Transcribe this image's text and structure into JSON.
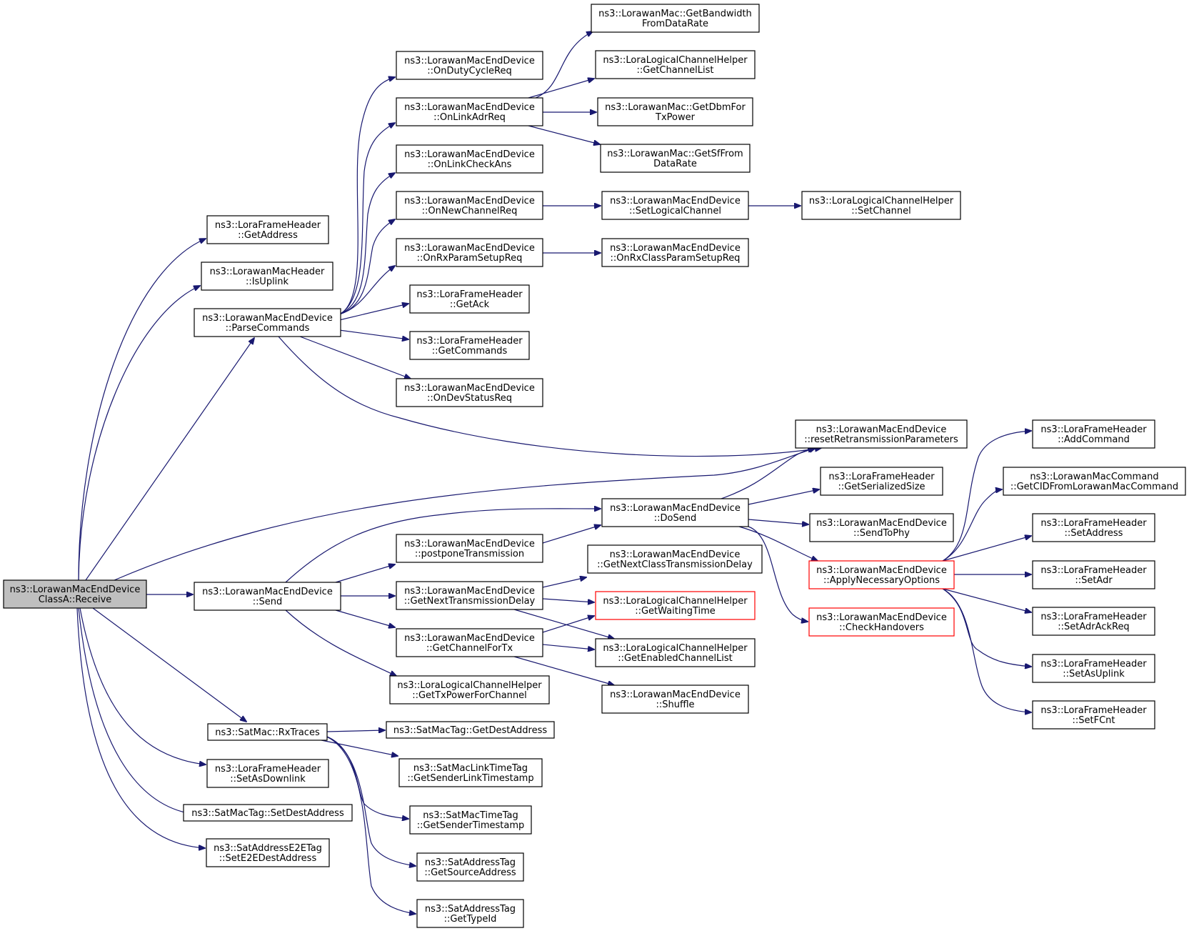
{
  "graph": {
    "nodes": [
      {
        "id": "root",
        "lines": [
          "ns3::LorawanMacEndDevice",
          "ClassA::Receive"
        ],
        "highlight": true
      },
      {
        "id": "getaddress",
        "lines": [
          "ns3::LoraFrameHeader",
          "::GetAddress"
        ]
      },
      {
        "id": "isuplink",
        "lines": [
          "ns3::LorawanMacHeader",
          "::IsUplink"
        ]
      },
      {
        "id": "parse",
        "lines": [
          "ns3::LorawanMacEndDevice",
          "::ParseCommands"
        ]
      },
      {
        "id": "send",
        "lines": [
          "ns3::LorawanMacEndDevice",
          "::Send"
        ]
      },
      {
        "id": "rxtraces",
        "lines": [
          "ns3::SatMac::RxTraces"
        ]
      },
      {
        "id": "setasdownlink",
        "lines": [
          "ns3::LoraFrameHeader",
          "::SetAsDownlink"
        ]
      },
      {
        "id": "setdestaddr",
        "lines": [
          "ns3::SatMacTag::SetDestAddress"
        ]
      },
      {
        "id": "sete2e",
        "lines": [
          "ns3::SatAddressE2ETag",
          "::SetE2EDestAddress"
        ]
      },
      {
        "id": "ondutycycle",
        "lines": [
          "ns3::LorawanMacEndDevice",
          "::OnDutyCycleReq"
        ]
      },
      {
        "id": "onlinkadr",
        "lines": [
          "ns3::LorawanMacEndDevice",
          "::OnLinkAdrReq"
        ]
      },
      {
        "id": "onlinkcheck",
        "lines": [
          "ns3::LorawanMacEndDevice",
          "::OnLinkCheckAns"
        ]
      },
      {
        "id": "onnewchannel",
        "lines": [
          "ns3::LorawanMacEndDevice",
          "::OnNewChannelReq"
        ]
      },
      {
        "id": "onrxparam",
        "lines": [
          "ns3::LorawanMacEndDevice",
          "::OnRxParamSetupReq"
        ]
      },
      {
        "id": "getack",
        "lines": [
          "ns3::LoraFrameHeader",
          "::GetAck"
        ]
      },
      {
        "id": "getcommands",
        "lines": [
          "ns3::LoraFrameHeader",
          "::GetCommands"
        ]
      },
      {
        "id": "ondevstatus",
        "lines": [
          "ns3::LorawanMacEndDevice",
          "::OnDevStatusReq"
        ]
      },
      {
        "id": "getbandwidth",
        "lines": [
          "ns3::LorawanMac::GetBandwidth",
          "FromDataRate"
        ]
      },
      {
        "id": "getchannellist",
        "lines": [
          "ns3::LoraLogicalChannelHelper",
          "::GetChannelList"
        ]
      },
      {
        "id": "getdbm",
        "lines": [
          "ns3::LorawanMac::GetDbmFor",
          "TxPower"
        ]
      },
      {
        "id": "getsf",
        "lines": [
          "ns3::LorawanMac::GetSfFrom",
          "DataRate"
        ]
      },
      {
        "id": "setlogical",
        "lines": [
          "ns3::LorawanMacEndDevice",
          "::SetLogicalChannel"
        ]
      },
      {
        "id": "setchannel",
        "lines": [
          "ns3::LoraLogicalChannelHelper",
          "::SetChannel"
        ]
      },
      {
        "id": "onrxclass",
        "lines": [
          "ns3::LorawanMacEndDevice",
          "::OnRxClassParamSetupReq"
        ]
      },
      {
        "id": "reset",
        "lines": [
          "ns3::LorawanMacEndDevice",
          "::resetRetransmissionParameters"
        ]
      },
      {
        "id": "dosend",
        "lines": [
          "ns3::LorawanMacEndDevice",
          "::DoSend"
        ]
      },
      {
        "id": "postpone",
        "lines": [
          "ns3::LorawanMacEndDevice",
          "::postponeTransmission"
        ]
      },
      {
        "id": "getnexttx",
        "lines": [
          "ns3::LorawanMacEndDevice",
          "::GetNextTransmissionDelay"
        ]
      },
      {
        "id": "getchanfortx",
        "lines": [
          "ns3::LorawanMacEndDevice",
          "::GetChannelForTx"
        ]
      },
      {
        "id": "gettxpower",
        "lines": [
          "ns3::LoraLogicalChannelHelper",
          "::GetTxPowerForChannel"
        ]
      },
      {
        "id": "getnextclass",
        "lines": [
          "ns3::LorawanMacEndDevice",
          "::GetNextClassTransmissionDelay"
        ]
      },
      {
        "id": "getwaiting",
        "lines": [
          "ns3::LoraLogicalChannelHelper",
          "::GetWaitingTime"
        ],
        "red": true
      },
      {
        "id": "getenabled",
        "lines": [
          "ns3::LoraLogicalChannelHelper",
          "::GetEnabledChannelList"
        ]
      },
      {
        "id": "shuffle",
        "lines": [
          "ns3::LorawanMacEndDevice",
          "::Shuffle"
        ]
      },
      {
        "id": "getserialized",
        "lines": [
          "ns3::LoraFrameHeader",
          "::GetSerializedSize"
        ]
      },
      {
        "id": "sendtophy",
        "lines": [
          "ns3::LorawanMacEndDevice",
          "::SendToPhy"
        ]
      },
      {
        "id": "applyopts",
        "lines": [
          "ns3::LorawanMacEndDevice",
          "::ApplyNecessaryOptions"
        ],
        "red": true
      },
      {
        "id": "checkhandovers",
        "lines": [
          "ns3::LorawanMacEndDevice",
          "::CheckHandovers"
        ],
        "red": true
      },
      {
        "id": "addcommand",
        "lines": [
          "ns3::LoraFrameHeader",
          "::AddCommand"
        ]
      },
      {
        "id": "getcid",
        "lines": [
          "ns3::LorawanMacCommand",
          "::GetCIDFromLorawanMacCommand"
        ]
      },
      {
        "id": "setaddress",
        "lines": [
          "ns3::LoraFrameHeader",
          "::SetAddress"
        ]
      },
      {
        "id": "setadr",
        "lines": [
          "ns3::LoraFrameHeader",
          "::SetAdr"
        ]
      },
      {
        "id": "setadrack",
        "lines": [
          "ns3::LoraFrameHeader",
          "::SetAdrAckReq"
        ]
      },
      {
        "id": "setasuplink",
        "lines": [
          "ns3::LoraFrameHeader",
          "::SetAsUplink"
        ]
      },
      {
        "id": "setfcnt",
        "lines": [
          "ns3::LoraFrameHeader",
          "::SetFCnt"
        ]
      },
      {
        "id": "getdestaddr",
        "lines": [
          "ns3::SatMacTag::GetDestAddress"
        ]
      },
      {
        "id": "getsenderlink",
        "lines": [
          "ns3::SatMacLinkTimeTag",
          "::GetSenderLinkTimestamp"
        ]
      },
      {
        "id": "getsendertime",
        "lines": [
          "ns3::SatMacTimeTag",
          "::GetSenderTimestamp"
        ]
      },
      {
        "id": "getsource",
        "lines": [
          "ns3::SatAddressTag",
          "::GetSourceAddress"
        ]
      },
      {
        "id": "gettypeid",
        "lines": [
          "ns3::SatAddressTag",
          "::GetTypeId"
        ]
      }
    ],
    "edges": [
      [
        "root",
        "getaddress"
      ],
      [
        "root",
        "isuplink"
      ],
      [
        "root",
        "parse"
      ],
      [
        "root",
        "reset"
      ],
      [
        "root",
        "send"
      ],
      [
        "root",
        "rxtraces"
      ],
      [
        "root",
        "setasdownlink"
      ],
      [
        "root",
        "setdestaddr"
      ],
      [
        "root",
        "sete2e"
      ],
      [
        "parse",
        "ondutycycle"
      ],
      [
        "parse",
        "onlinkadr"
      ],
      [
        "parse",
        "onlinkcheck"
      ],
      [
        "parse",
        "onnewchannel"
      ],
      [
        "parse",
        "onrxparam"
      ],
      [
        "parse",
        "getack"
      ],
      [
        "parse",
        "getcommands"
      ],
      [
        "parse",
        "ondevstatus"
      ],
      [
        "parse",
        "reset"
      ],
      [
        "onlinkadr",
        "getbandwidth"
      ],
      [
        "onlinkadr",
        "getchannellist"
      ],
      [
        "onlinkadr",
        "getdbm"
      ],
      [
        "onlinkadr",
        "getsf"
      ],
      [
        "onnewchannel",
        "setlogical"
      ],
      [
        "setlogical",
        "setchannel"
      ],
      [
        "onrxparam",
        "onrxclass"
      ],
      [
        "send",
        "dosend"
      ],
      [
        "send",
        "postpone"
      ],
      [
        "send",
        "getnexttx"
      ],
      [
        "send",
        "getchanfortx"
      ],
      [
        "send",
        "gettxpower"
      ],
      [
        "postpone",
        "dosend"
      ],
      [
        "dosend",
        "reset"
      ],
      [
        "dosend",
        "getserialized"
      ],
      [
        "dosend",
        "sendtophy"
      ],
      [
        "dosend",
        "applyopts"
      ],
      [
        "dosend",
        "checkhandovers"
      ],
      [
        "getnexttx",
        "getnextclass"
      ],
      [
        "getnexttx",
        "getwaiting"
      ],
      [
        "getnexttx",
        "getenabled"
      ],
      [
        "getchanfortx",
        "getwaiting"
      ],
      [
        "getchanfortx",
        "getenabled"
      ],
      [
        "getchanfortx",
        "shuffle"
      ],
      [
        "applyopts",
        "addcommand"
      ],
      [
        "applyopts",
        "getcid"
      ],
      [
        "applyopts",
        "setaddress"
      ],
      [
        "applyopts",
        "setadr"
      ],
      [
        "applyopts",
        "setadrack"
      ],
      [
        "applyopts",
        "setasuplink"
      ],
      [
        "applyopts",
        "setfcnt"
      ],
      [
        "rxtraces",
        "getdestaddr"
      ],
      [
        "rxtraces",
        "getsenderlink"
      ],
      [
        "rxtraces",
        "getsendertime"
      ],
      [
        "rxtraces",
        "getsource"
      ],
      [
        "rxtraces",
        "gettypeid"
      ]
    ]
  }
}
